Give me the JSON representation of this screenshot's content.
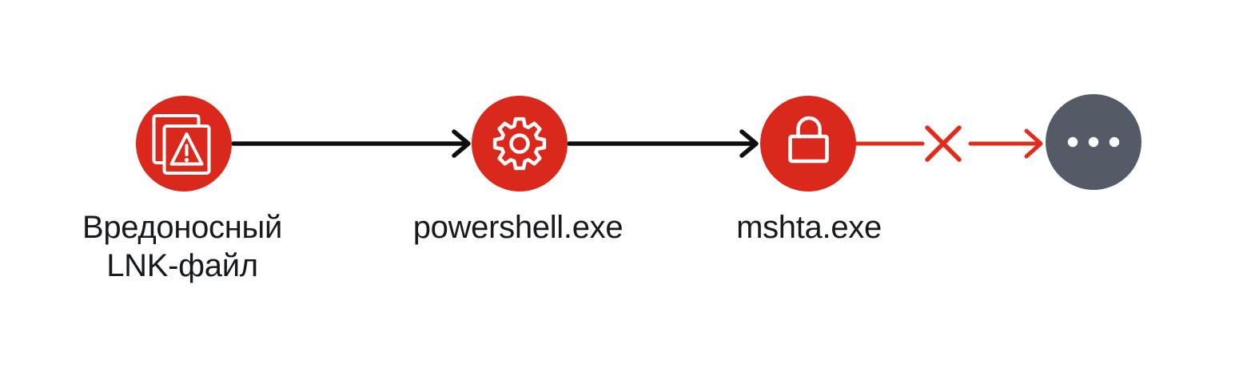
{
  "diagram": {
    "title": "infection-chain",
    "nodes": [
      {
        "id": "lnk-file",
        "label": "Вредоносный\nLNK-файл",
        "icon": "files-warning-icon",
        "color": "#da291c"
      },
      {
        "id": "powershell",
        "label": "powershell.exe",
        "icon": "gear-icon",
        "color": "#da291c"
      },
      {
        "id": "mshta",
        "label": "mshta.exe",
        "icon": "lock-icon",
        "color": "#da291c"
      },
      {
        "id": "next-stage",
        "label": "",
        "icon": "ellipsis-icon",
        "color": "#555b66"
      }
    ],
    "connectors": [
      {
        "from": "lnk-file",
        "to": "powershell",
        "style": "black-arrow",
        "blocked": false
      },
      {
        "from": "powershell",
        "to": "mshta",
        "style": "black-arrow",
        "blocked": false
      },
      {
        "from": "mshta",
        "to": "next-stage",
        "style": "red-arrow",
        "blocked": true
      }
    ]
  },
  "colors": {
    "background": "#ffffff",
    "node-red": "#da291c",
    "node-gray": "#555b66",
    "arrow-black": "#0c0e10",
    "arrow-red": "#e32b1d",
    "icon-white": "#ffffff",
    "label-text": "#16191e"
  }
}
